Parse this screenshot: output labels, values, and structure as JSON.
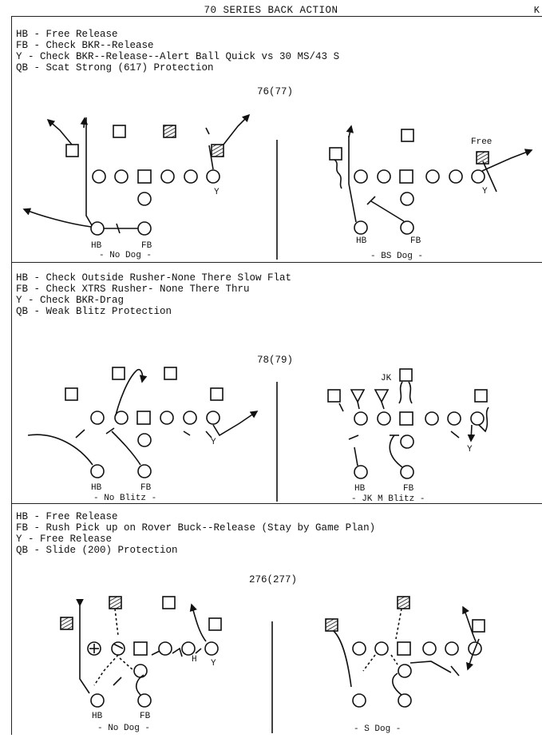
{
  "title": "70 SERIES BACK ACTION",
  "corner": "K",
  "sections": [
    {
      "lines": [
        "HB - Free Release",
        "FB - Check BKR--Release",
        "Y - Check BKR--Release--Alert Ball Quick vs 30 MS/43 S",
        "QB - Scat Strong (617) Protection"
      ],
      "play": "76(77)",
      "left_caption": "- No Dog -",
      "right_caption": "- BS Dog -",
      "labels": {
        "hb_left": "HB",
        "fb_left": "FB",
        "hb_right": "HB",
        "fb_right": "FB",
        "y_left": "Y",
        "y_right": "Y",
        "free": "Free"
      }
    },
    {
      "lines": [
        "HB - Check Outside Rusher-None There Slow Flat",
        "FB - Check XTRS Rusher- None There Thru",
        "Y - Check BKR-Drag",
        "QB - Weak Blitz Protection"
      ],
      "play": "78(79)",
      "left_caption": "- No Blitz -",
      "right_caption": "- JK M Blitz -",
      "labels": {
        "hb_left": "HB",
        "fb_left": "FB",
        "hb_right": "HB",
        "fb_right": "FB",
        "y_left": "Y",
        "y_right": "Y",
        "jk": "JK"
      }
    },
    {
      "lines": [
        "HB - Free Release",
        "FB - Rush Pick up on Rover Buck--Release (Stay by Game Plan)",
        "Y - Free Release",
        "QB - Slide (200) Protection"
      ],
      "play": "276(277)",
      "left_caption": "- No Dog -",
      "right_caption": "- S Dog -",
      "labels": {
        "hb_left": "HB",
        "fb_left": "FB",
        "y_left": "Y",
        "h": "H"
      }
    }
  ]
}
